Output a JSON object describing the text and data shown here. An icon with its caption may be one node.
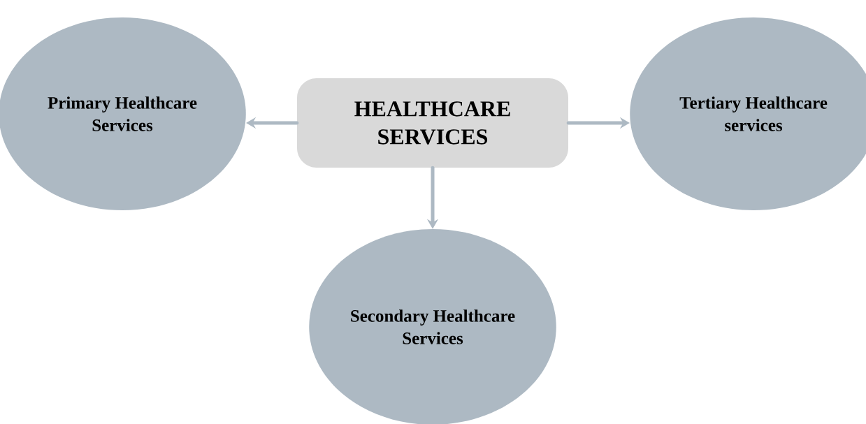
{
  "diagram": {
    "nodes": [
      {
        "text": [
          "HEALTHCARE SERVICES"
        ]
      },
      {
        "text": [
          "Primary Healthcare Services"
        ]
      },
      {
        "text": [
          "Tertiary Healthcare services"
        ]
      },
      {
        "text": [
          "Secondary Healthcare Services"
        ]
      }
    ],
    "edges": [
      {
        "from": 0,
        "to": 1,
        "arrow": "to"
      },
      {
        "from": 0,
        "to": 2,
        "arrow": "to"
      },
      {
        "from": 0,
        "to": 3,
        "arrow": "to"
      }
    ]
  }
}
